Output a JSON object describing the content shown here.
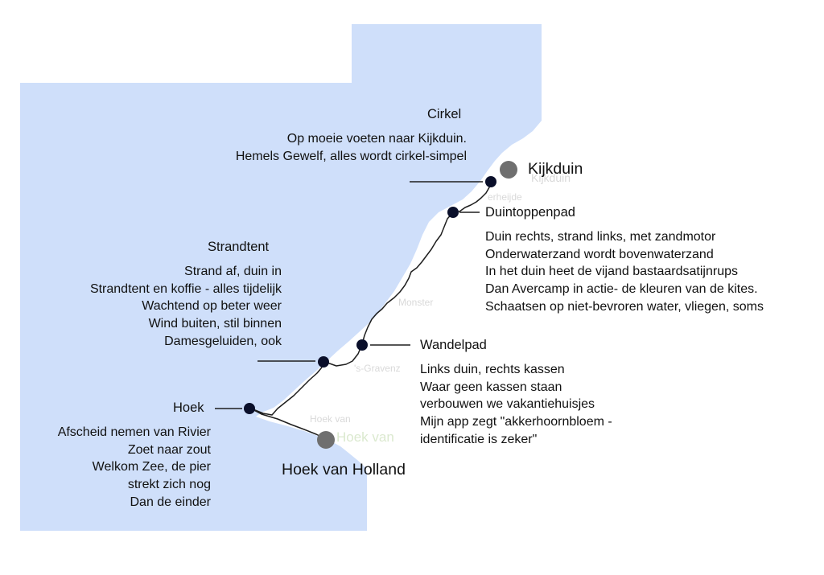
{
  "colors": {
    "sea": "#cfdffa",
    "route": "#1e1e1e",
    "stop_marker": "#0a0f2a",
    "town_marker": "#6f6f6f",
    "ghost_text": "#dbe9cf",
    "ghost_text_grey": "#d9d9d9"
  },
  "towns": {
    "kijkduin": {
      "name": "Kijkduin",
      "marker_icon": "grey-circle-marker"
    },
    "hoek_van_holland": {
      "name": "Hoek van Holland",
      "marker_icon": "grey-circle-marker"
    }
  },
  "stops": {
    "cirkel": {
      "title": "Cirkel",
      "lines": [
        "Op moeie voeten naar Kijkduin.",
        "Hemels Gewelf, alles wordt cirkel-simpel"
      ]
    },
    "duintoppenpad": {
      "title": "Duintoppenpad",
      "lines": [
        "Duin rechts, strand links, met zandmotor",
        "Onderwaterzand wordt bovenwaterzand",
        "In het duin heet de vijand bastaardsatijnrups",
        "Dan Avercamp in actie- de kleuren van de kites.",
        "Schaatsen op niet-bevroren water, vliegen, soms"
      ]
    },
    "strandtent": {
      "title": "Strandtent",
      "lines": [
        "Strand af, duin in",
        "Strandtent en koffie - alles tijdelijk",
        "Wachtend op beter weer",
        "Wind buiten, stil binnen",
        "Damesgeluiden, ook"
      ]
    },
    "wandelpad": {
      "title": "Wandelpad",
      "lines": [
        "Links duin, rechts kassen",
        "Waar geen kassen staan",
        "verbouwen we vakantiehuisjes",
        "Mijn app zegt \"akkerhoornbloem -",
        "identificatie is zeker\""
      ]
    },
    "hoek": {
      "title": "Hoek",
      "lines": [
        "Afscheid nemen van Rivier",
        "Zoet naar zout",
        "Welkom Zee, de pier",
        "strekt zich nog",
        "Dan de einder"
      ]
    }
  },
  "faded_labels": {
    "kijkduin_ghost": "Kijkduin",
    "ter_heijde_ghost": "erheijde",
    "monster_ghost": "Monster",
    "gravenzande_ghost": "'s-Gravenz",
    "hoek_ghost_small": "Hoek van",
    "hoek_ghost_large": "Hoek van"
  }
}
